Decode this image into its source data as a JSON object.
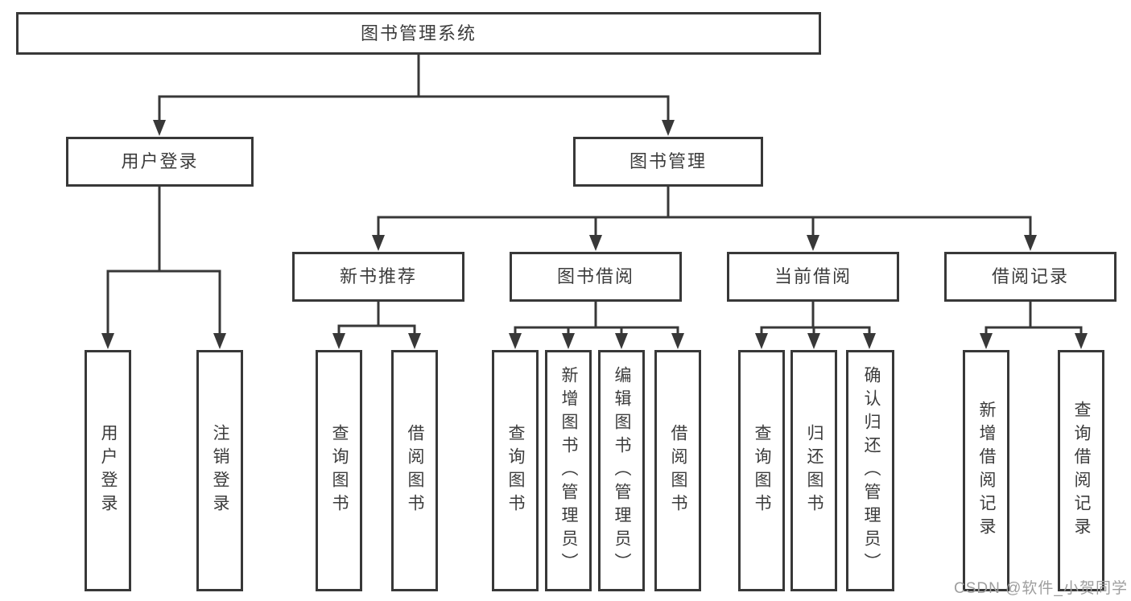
{
  "tree": {
    "label": "图书管理系统",
    "children": [
      {
        "label": "用户登录",
        "children": [
          {
            "label": "用户登录"
          },
          {
            "label": "注销登录"
          }
        ]
      },
      {
        "label": "图书管理",
        "children": [
          {
            "label": "新书推荐",
            "children": [
              {
                "label": "查询图书"
              },
              {
                "label": "借阅图书"
              }
            ]
          },
          {
            "label": "图书借阅",
            "children": [
              {
                "label": "查询图书"
              },
              {
                "label": "新增图书（管理员）"
              },
              {
                "label": "编辑图书（管理员）"
              },
              {
                "label": "借阅图书"
              }
            ]
          },
          {
            "label": "当前借阅",
            "children": [
              {
                "label": "查询图书"
              },
              {
                "label": "归还图书"
              },
              {
                "label": "确认归还（管理员）"
              }
            ]
          },
          {
            "label": "借阅记录",
            "children": [
              {
                "label": "新增借阅记录"
              },
              {
                "label": "查询借阅记录"
              }
            ]
          }
        ]
      }
    ]
  },
  "watermark": "CSDN @软件_小贺同学",
  "colors": {
    "line": "#383838",
    "box_border": "#383838",
    "box_background": "#ffffff",
    "text": "#3c3c3c",
    "watermark": "#9e9e9e"
  }
}
